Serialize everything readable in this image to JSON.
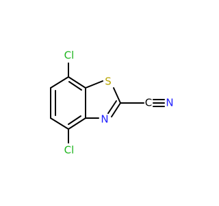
{
  "molecule": {
    "atoms": {
      "cl_top": "Cl",
      "cl_bottom": "Cl",
      "sulfur": "S",
      "ring_nitrogen": "N",
      "nitrile_carbon": "C",
      "nitrile_nitrogen": "N"
    },
    "colors": {
      "bond": "#000000",
      "chlorine": "#1fb51f",
      "sulfur": "#b8a500",
      "nitrogen": "#2020ff",
      "carbon": "#000000"
    }
  }
}
